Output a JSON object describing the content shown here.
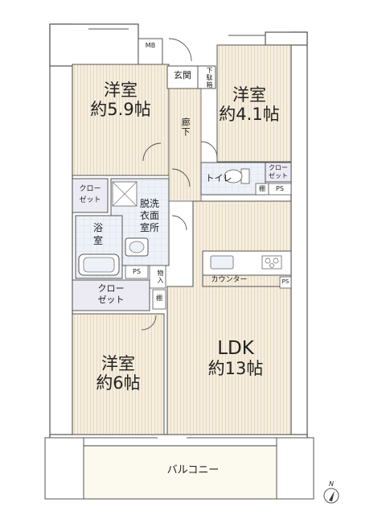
{
  "rooms": {
    "western_1": {
      "line1": "洋室",
      "line2": "約5.9帖"
    },
    "western_2": {
      "line1": "洋室",
      "line2": "約4.1帖"
    },
    "western_3": {
      "line1": "洋室",
      "line2": "約6帖"
    },
    "ldk": {
      "line1": "LDK",
      "line2": "約13帖"
    },
    "balcony": "バルコニー",
    "entrance": "玄関",
    "shoe_box": "下駄箱",
    "hallway": "廊下",
    "toilet": "トイレ",
    "bath": "浴室",
    "washroom": "脱洗衣面室所",
    "closet_1_top": "クロー",
    "closet_1_bottom": "ゼット",
    "closet_2_top": "クロー",
    "closet_2_bottom": "ゼット",
    "closet_3_top": "クロー",
    "closet_3_bottom": "ゼット",
    "storage": "物入",
    "shelf_1": "棚",
    "shelf_2": "棚",
    "counter": "カウンター",
    "ps_1": "PS",
    "ps_2": "PS",
    "ps_3": "PS",
    "mb": "MB"
  },
  "compass": "N",
  "colors": {
    "wall": "#ffffff",
    "wall_outline": "#555555",
    "floor_wood": "#f5ecdc",
    "floor_stripe": "#e8dcc4",
    "floor_tile": "#e7eef6",
    "closet": "#ecebf4",
    "balcony": "#fbf8ec"
  }
}
